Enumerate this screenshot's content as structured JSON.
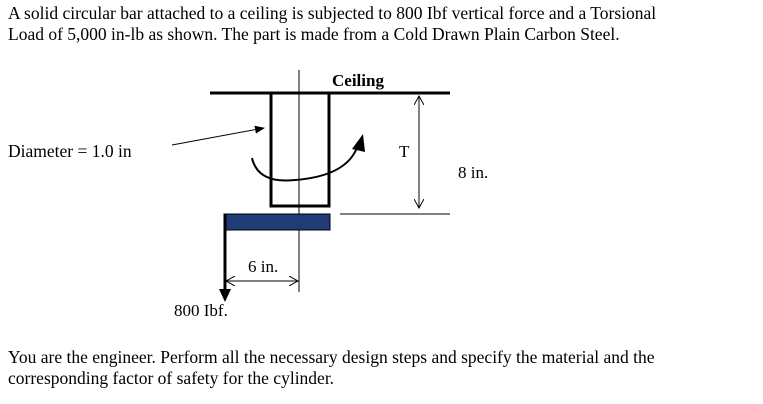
{
  "problem": {
    "intro_line1": "A solid circular bar attached to a ceiling is subjected to 800 Ibf vertical force and a Torsional",
    "intro_line2": "Load of 5,000 in-lb as shown. The part is made from a Cold Drawn Plain Carbon Steel.",
    "task_line1": "You are the engineer. Perform all the necessary design steps and specify the material and the",
    "task_line2": "corresponding factor of safety for the cylinder."
  },
  "figure": {
    "ceiling_label": "Ceiling",
    "diameter_label": "Diameter = 1.0 in",
    "torque_label": "T",
    "length_label": "8 in.",
    "arm_label": "6 in.",
    "force_label": "800 Ibf.",
    "colors": {
      "lever_arm": "#1f3c78",
      "line": "#000000"
    }
  }
}
